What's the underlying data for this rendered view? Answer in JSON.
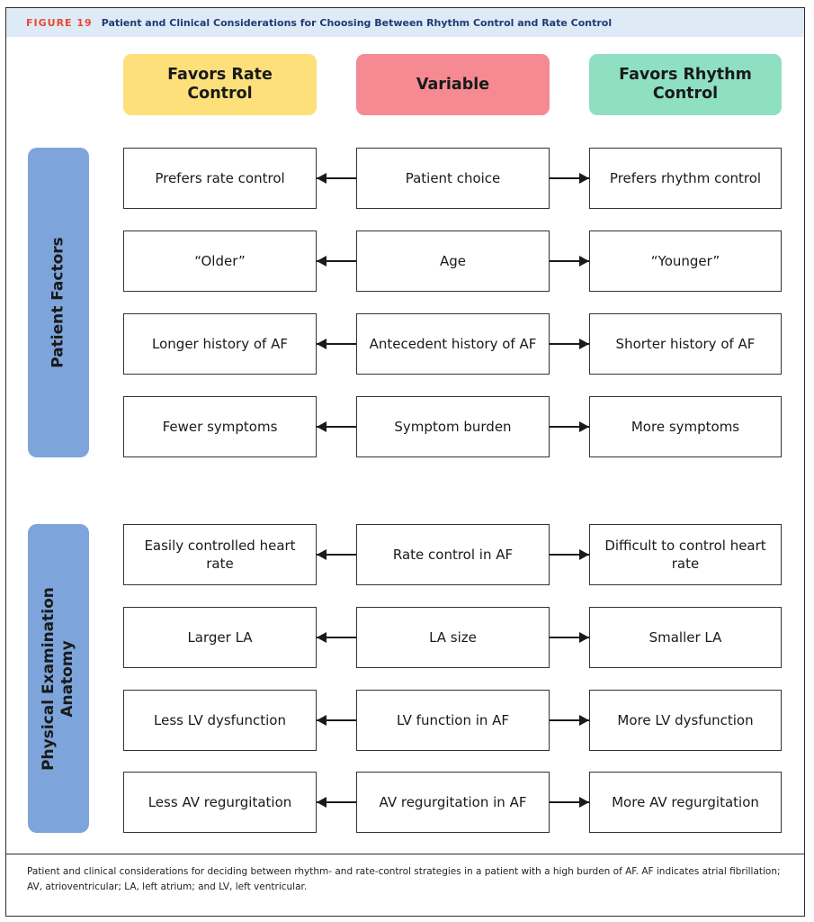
{
  "figure": {
    "label": "FIGURE 19",
    "title": "Patient and Clinical Considerations for Choosing Between Rhythm Control and Rate Control"
  },
  "headers": {
    "rate": "Favors Rate Control",
    "variable": "Variable",
    "rhythm": "Favors Rhythm Control"
  },
  "colors": {
    "title_bg": "#deebf7",
    "rate_header": "#fde07a",
    "variable_header": "#f58a93",
    "rhythm_header": "#8fe0c3",
    "side_label": "#7da5dc",
    "figure_label": "#e8492f"
  },
  "groups": [
    {
      "label": "Patient Factors",
      "rows": [
        {
          "rate": "Prefers rate control",
          "variable": "Patient choice",
          "rhythm": "Prefers rhythm control"
        },
        {
          "rate": "“Older”",
          "variable": "Age",
          "rhythm": "“Younger”"
        },
        {
          "rate": "Longer history of AF",
          "variable": "Antecedent history of AF",
          "rhythm": "Shorter history of AF"
        },
        {
          "rate": "Fewer symptoms",
          "variable": "Symptom burden",
          "rhythm": "More symptoms"
        }
      ]
    },
    {
      "label_line1": "Physical Examination",
      "label_line2": "Anatomy",
      "rows": [
        {
          "rate": "Easily controlled heart rate",
          "variable": "Rate control in AF",
          "rhythm": "Difficult to control heart rate"
        },
        {
          "rate": "Larger LA",
          "variable": "LA size",
          "rhythm": "Smaller LA"
        },
        {
          "rate": "Less LV dysfunction",
          "variable": "LV function in AF",
          "rhythm": "More LV dysfunction"
        },
        {
          "rate": "Less AV regurgitation",
          "variable": "AV regurgitation in AF",
          "rhythm": "More AV regurgitation"
        }
      ]
    }
  ],
  "caption": "Patient and clinical considerations for deciding between rhythm- and rate-control strategies in a patient with a high burden of AF. AF indicates atrial fibrillation; AV, atrioventricular; LA, left atrium; and LV, left ventricular."
}
